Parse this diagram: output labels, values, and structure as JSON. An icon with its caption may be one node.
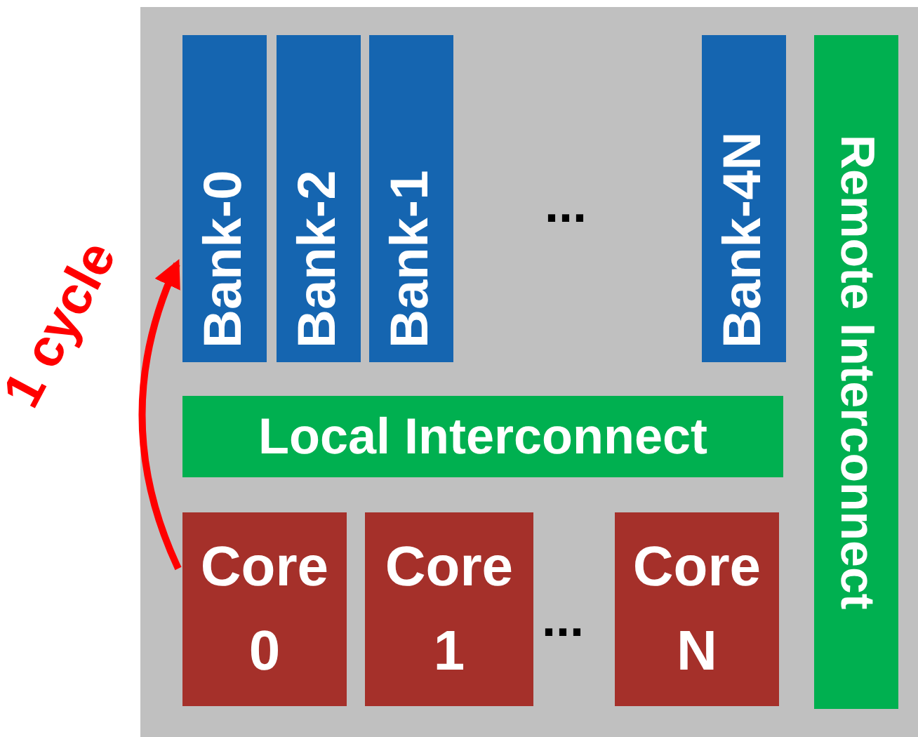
{
  "diagram": {
    "nodes": [
      {
        "text": [],
        "shape": "box"
      },
      {
        "text": [
          "Bank-0"
        ],
        "in": 0
      },
      {
        "text": [
          "Bank-2"
        ],
        "in": 0
      },
      {
        "text": [
          "Bank-1"
        ],
        "in": 0
      },
      {
        "text": [
          "Bank-4N"
        ],
        "in": 0
      },
      {
        "text": [
          "Remote Interconnect"
        ],
        "in": 0
      },
      {
        "text": [
          "Local Interconnect"
        ],
        "in": 0
      },
      {
        "text": [
          "Core 0"
        ],
        "in": 0
      },
      {
        "text": [
          "Core 1"
        ],
        "in": 0
      },
      {
        "text": [
          "Core N"
        ],
        "in": 0
      }
    ],
    "edges": [
      {
        "from": 7,
        "to": 1,
        "arrow": "to",
        "label": "1 cycle",
        "color": "#ff0000"
      }
    ],
    "labels": [
      "...",
      "..."
    ]
  }
}
